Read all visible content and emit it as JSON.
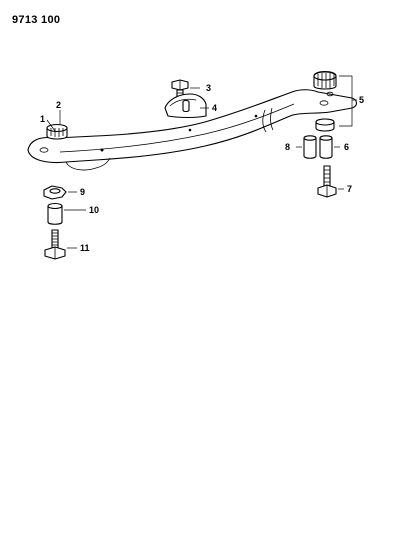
{
  "document": {
    "number": "9713 100"
  },
  "callouts": [
    {
      "id": "1",
      "label": "1"
    },
    {
      "id": "2",
      "label": "2"
    },
    {
      "id": "3",
      "label": "3"
    },
    {
      "id": "4",
      "label": "4"
    },
    {
      "id": "5",
      "label": "5"
    },
    {
      "id": "6",
      "label": "6"
    },
    {
      "id": "7",
      "label": "7"
    },
    {
      "id": "8",
      "label": "8"
    },
    {
      "id": "9",
      "label": "9"
    },
    {
      "id": "10",
      "label": "10"
    },
    {
      "id": "11",
      "label": "11"
    }
  ],
  "colors": {
    "line": "#000000",
    "background": "#ffffff"
  }
}
